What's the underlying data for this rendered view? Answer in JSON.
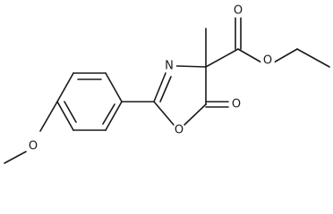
{
  "atom_labels": {
    "ester_carbonyl_o": "O",
    "ester_ether_o": "O",
    "ring_n": "N",
    "ring_o": "O",
    "lactone_o": "O",
    "methoxy_o": "O"
  },
  "colors": {
    "bond": "#1a1a1a",
    "background": "#ffffff"
  }
}
